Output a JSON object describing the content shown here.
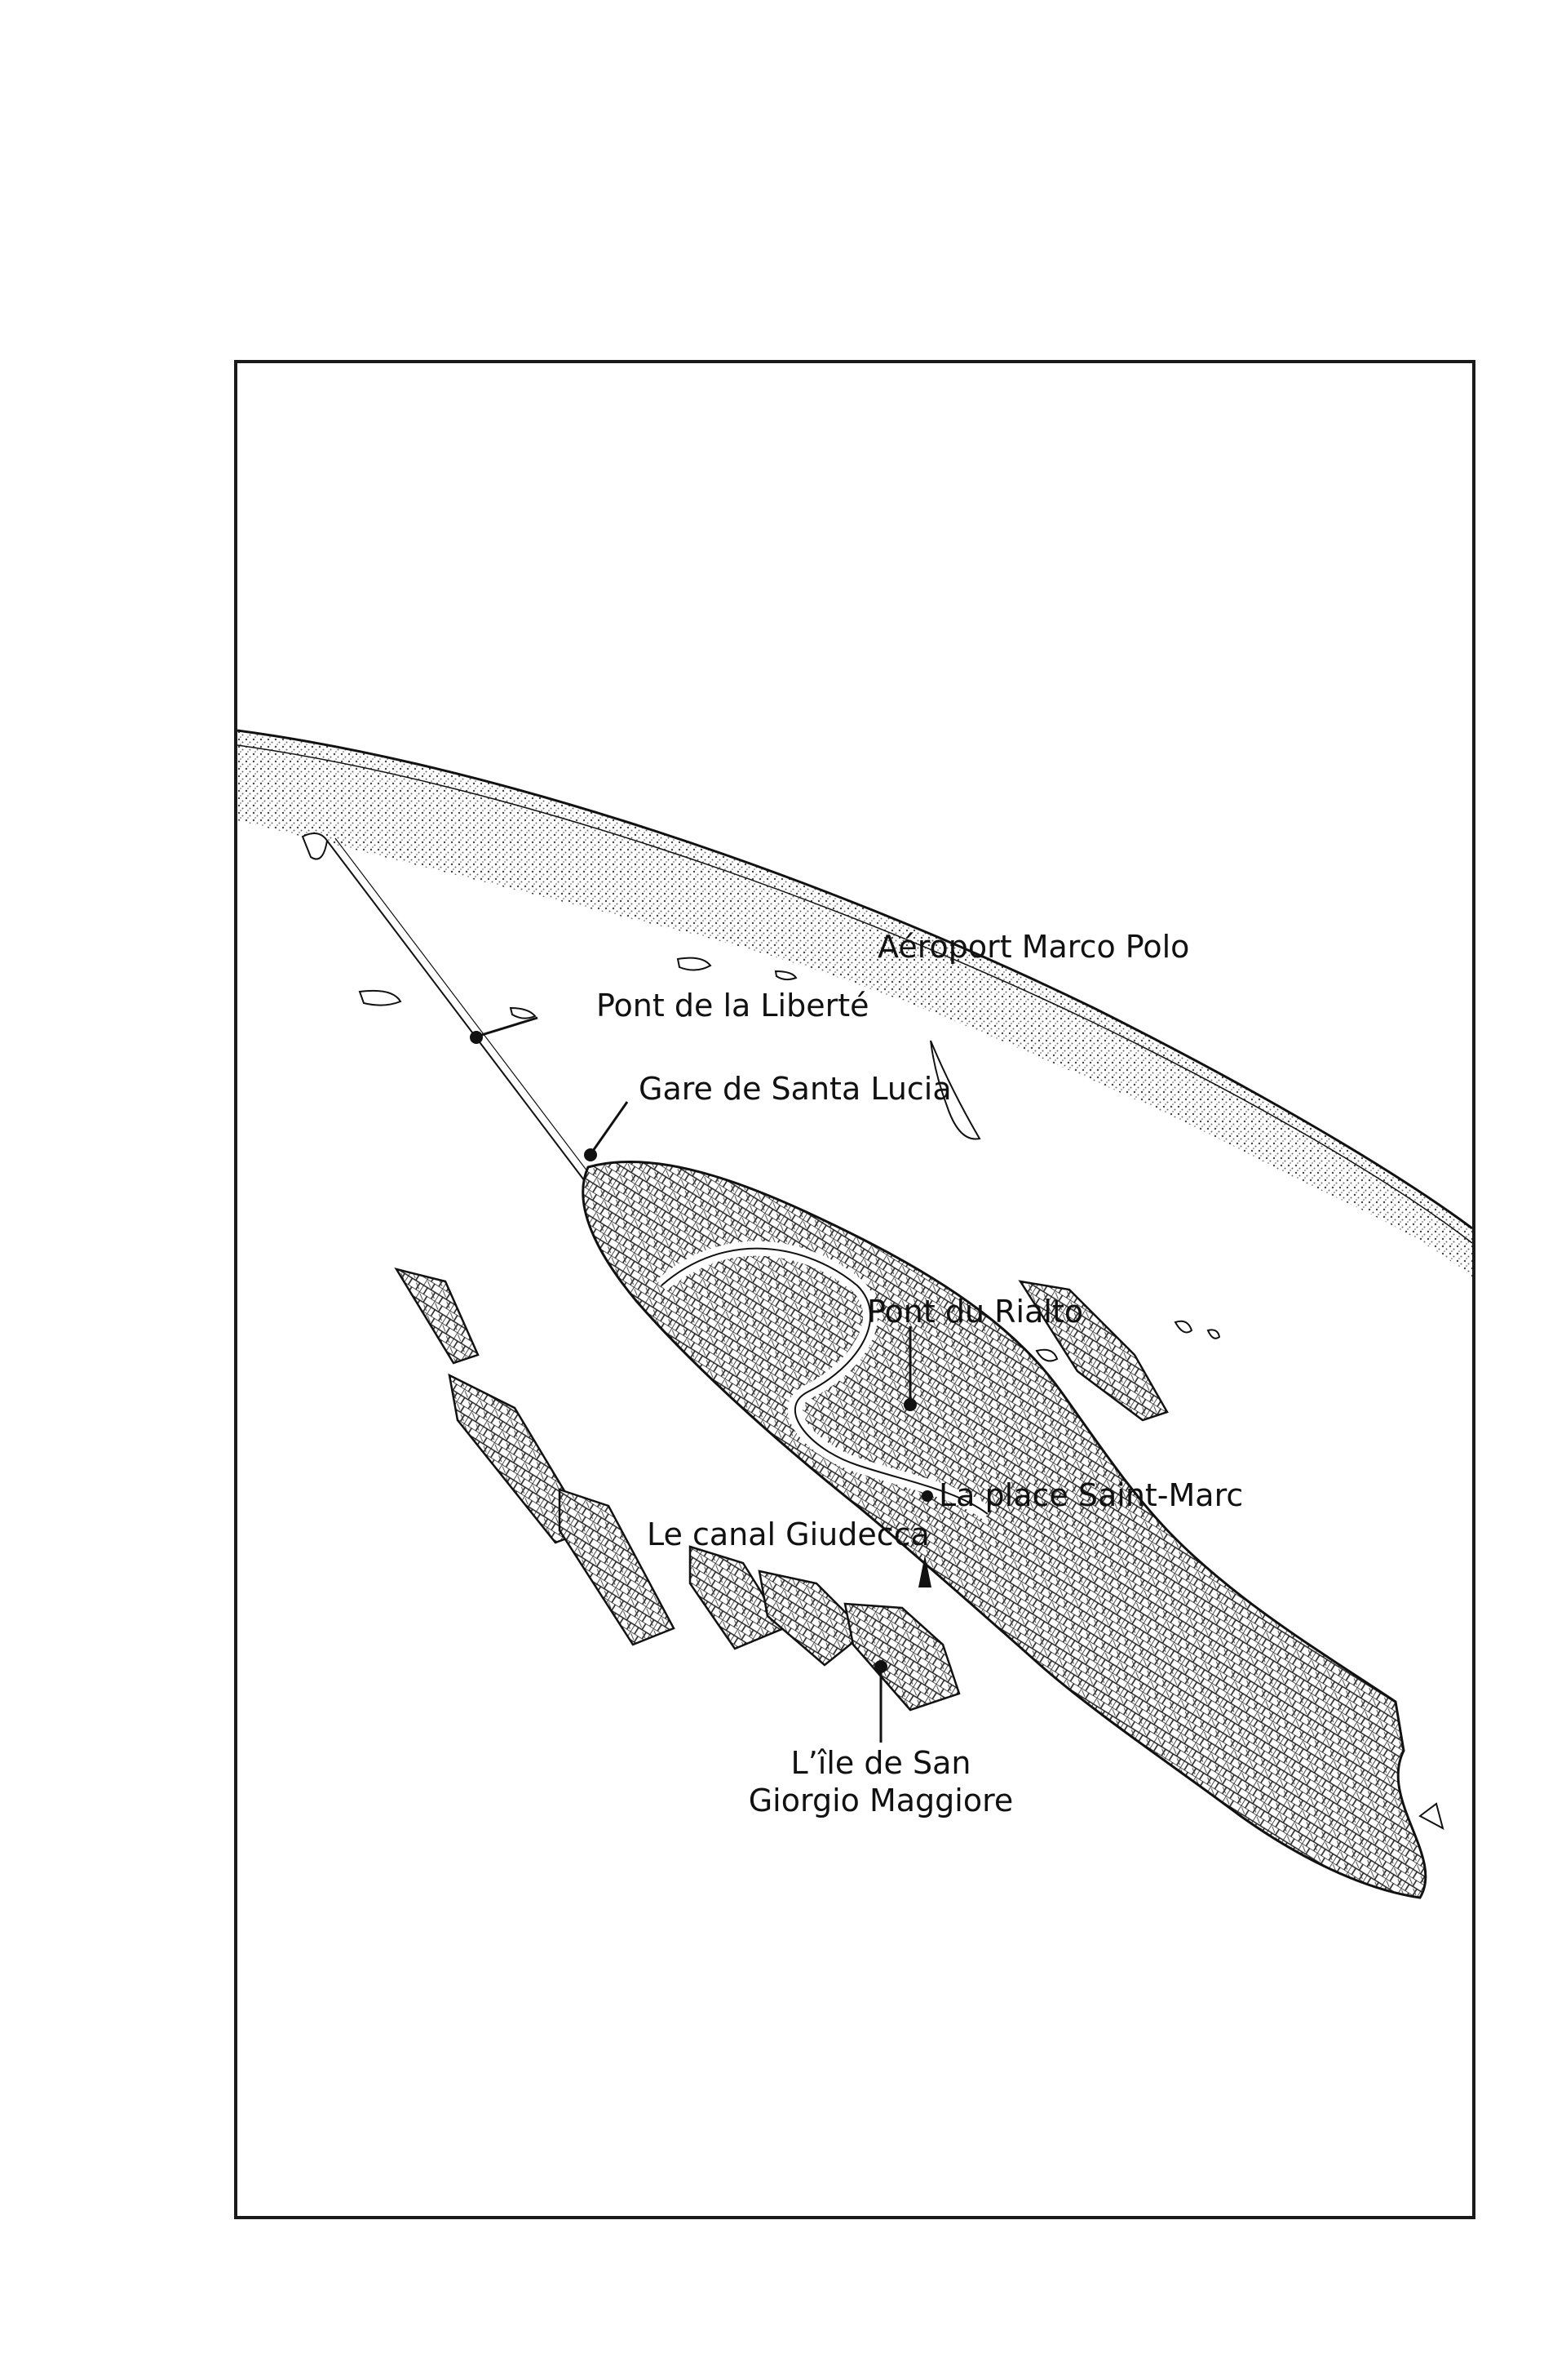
{
  "map": {
    "labels": {
      "airport": "Aéroport Marco Polo",
      "liberty_bridge": "Pont de la Liberté",
      "santa_lucia": "Gare de Santa Lucia",
      "rialto": "Pont du Rialto",
      "san_marco": "La place Saint-Marc",
      "giudecca": "Le canal Giudecca",
      "san_giorgio_line1": "L’île de San",
      "san_giorgio_line2": "Giorgio Maggiore"
    },
    "colors": {
      "ink": "#111111",
      "paper": "#ffffff",
      "stipple": "#555555"
    }
  }
}
